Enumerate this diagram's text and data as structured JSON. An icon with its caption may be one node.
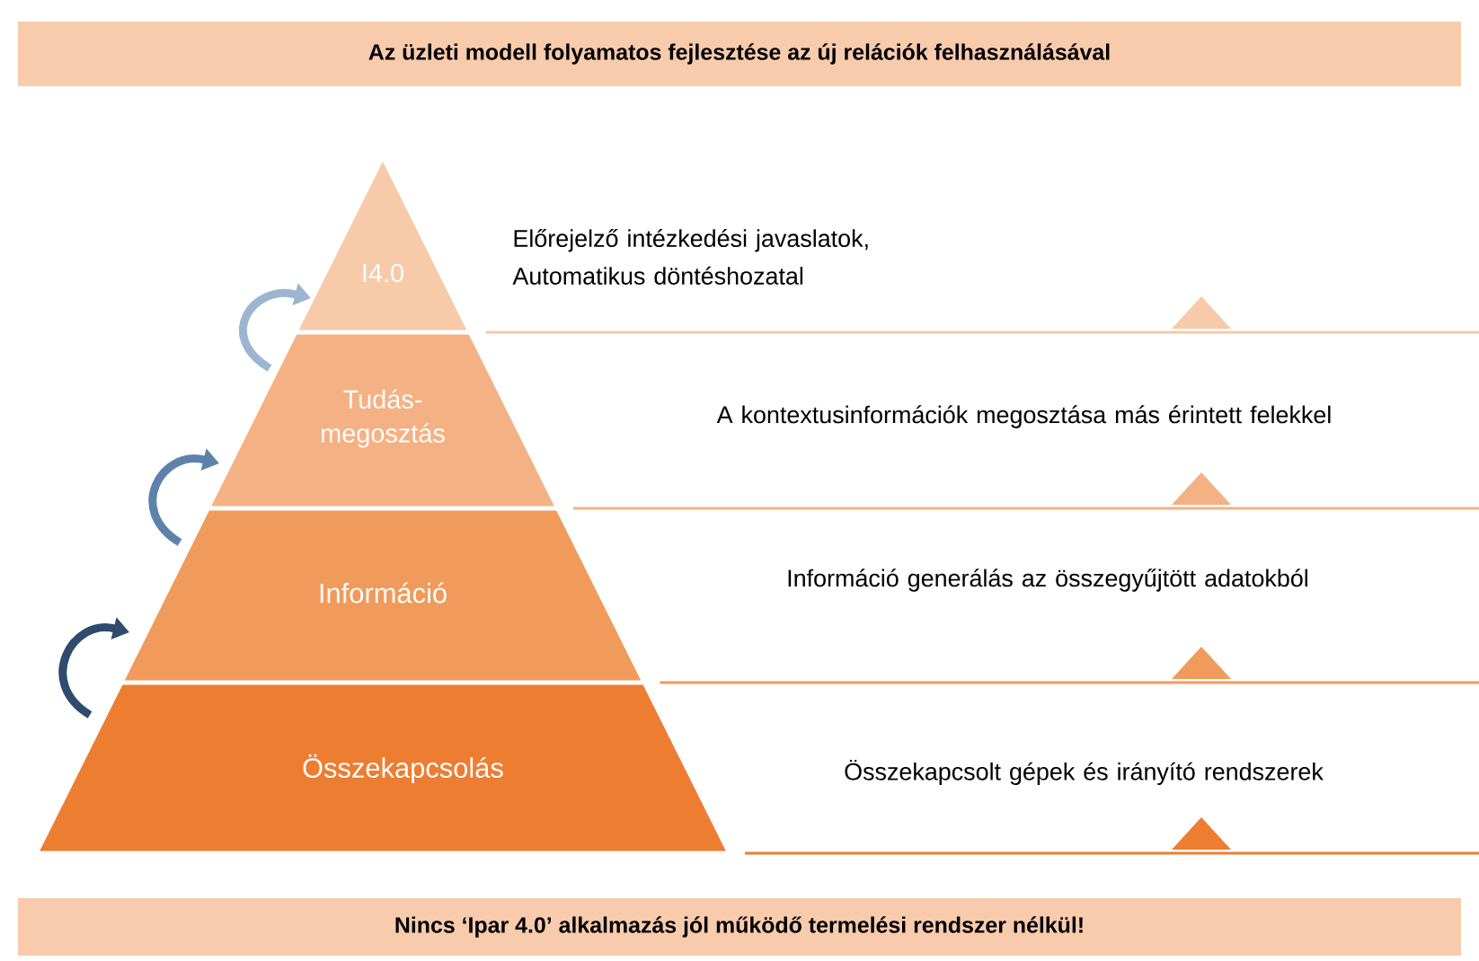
{
  "diagram": {
    "nodes": [
      {
        "text": [
          "Az üzleti modell folyamatos fejlesztése az új relációk felhasználásával"
        ]
      },
      {
        "text": [
          "I4.0"
        ]
      },
      {
        "text": [
          "Tudás-megosztás"
        ]
      },
      {
        "text": [
          "Információ"
        ]
      },
      {
        "text": [
          "Összekapcsolás"
        ]
      },
      {
        "text": [
          "Nincs ‘Ipar 4.0’ alkalmazás jól működő termelési rendszer nélkül!"
        ]
      }
    ],
    "edges": [
      {
        "from": 4,
        "to": 3,
        "arrow": "to",
        "color": "#2f4b6e"
      },
      {
        "from": 3,
        "to": 2,
        "arrow": "to",
        "color": "#5f82aa"
      },
      {
        "from": 2,
        "to": 1,
        "arrow": "to",
        "color": "#9db5d0"
      }
    ],
    "labels": [
      "Előrejelző intézkedési javaslatok, Automatikus döntéshozatal",
      "A  kontextusinformációk megosztása más érintett felekkel",
      "Információ generálás az összegyűjtött adatokból",
      "Összekapcsolt gépek és irányító rendszerek"
    ]
  }
}
